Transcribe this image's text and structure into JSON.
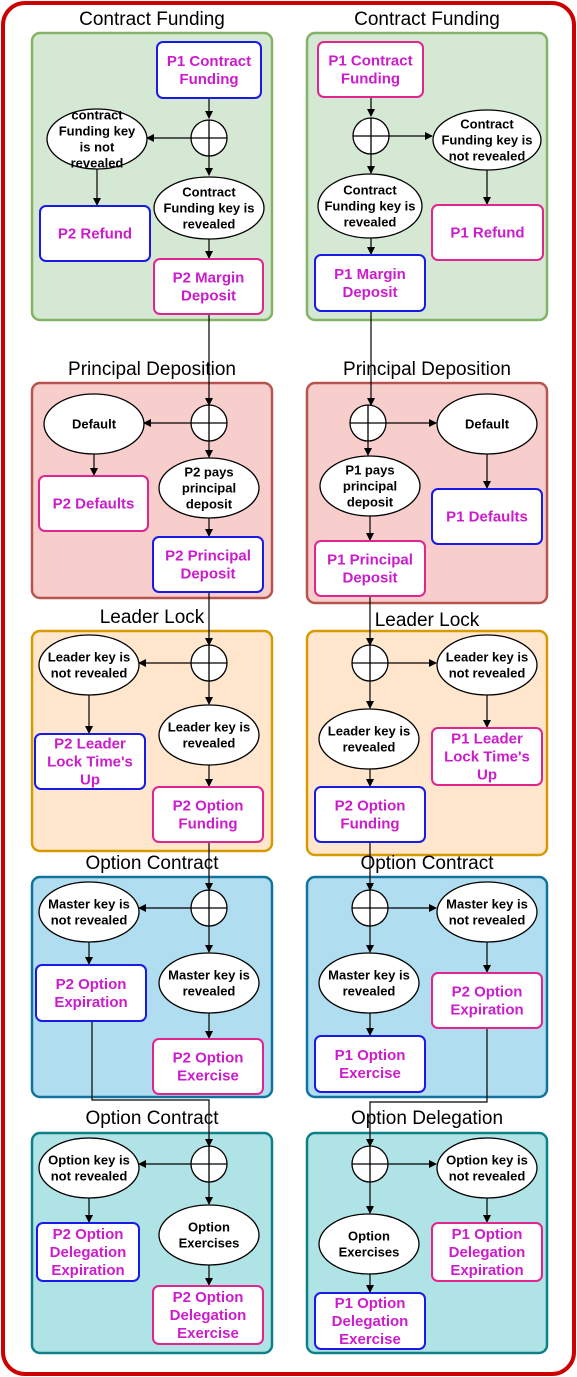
{
  "colors": {
    "outer_border": "#cc0000",
    "magenta_text": "#cc1ccc",
    "box_blue": "#1a1ae6",
    "box_pink": "#e0258f"
  },
  "left_column": {
    "funding": {
      "title": "Contract Funding",
      "start": "P1 Contract Funding",
      "not_revealed": "contract Funding key is not revealed",
      "revealed": "Contract Funding key is revealed",
      "refund": "P2 Refund",
      "deposit": "P2 Margin Deposit"
    },
    "principal": {
      "title": "Principal Deposition",
      "default": "Default",
      "pays": "P2 pays principal deposit",
      "defaults": "P2 Defaults",
      "deposit": "P2 Principal Deposit"
    },
    "leader": {
      "title": "Leader Lock",
      "not_revealed": "Leader key is not revealed",
      "revealed": "Leader key is revealed",
      "timeup": "P2 Leader Lock Time's Up",
      "funding": "P2 Option Funding"
    },
    "option": {
      "title": "Option Contract",
      "not_revealed": "Master key is not revealed",
      "revealed": "Master key is revealed",
      "expiration": "P2 Option Expiration",
      "exercise": "P2 Option Exercise"
    },
    "delegation": {
      "title": "Option Contract",
      "not_revealed": "Option key is not revealed",
      "exercises": "Option Exercises",
      "expiration": "P2 Option Delegation Expiration",
      "exercise": "P2 Option Delegation Exercise"
    }
  },
  "right_column": {
    "funding": {
      "title": "Contract Funding",
      "start": "P1 Contract Funding",
      "not_revealed": "Contract Funding key is not revealed",
      "revealed": "Contract Funding key is revealed",
      "refund": "P1 Refund",
      "deposit": "P1 Margin Deposit"
    },
    "principal": {
      "title": "Principal Deposition",
      "default": "Default",
      "pays": "P1 pays principal deposit",
      "defaults": "P1 Defaults",
      "deposit": "P1 Principal Deposit"
    },
    "leader": {
      "title": "Leader Lock",
      "not_revealed": "Leader key is not revealed",
      "revealed": "Leader key is revealed",
      "timeup": "P1 Leader Lock Time's Up",
      "funding": "P2 Option Funding"
    },
    "option": {
      "title": "Option Contract",
      "not_revealed": "Master key is not revealed",
      "revealed": "Master key is revealed",
      "expiration": "P2 Option Expiration",
      "exercise": "P1 Option Exercise"
    },
    "delegation": {
      "title": "Option Delegation",
      "not_revealed": "Option key is not revealed",
      "exercises": "Option Exercises",
      "expiration": "P1 Option Delegation Expiration",
      "exercise": "P1 Option Delegation Exercise"
    }
  }
}
